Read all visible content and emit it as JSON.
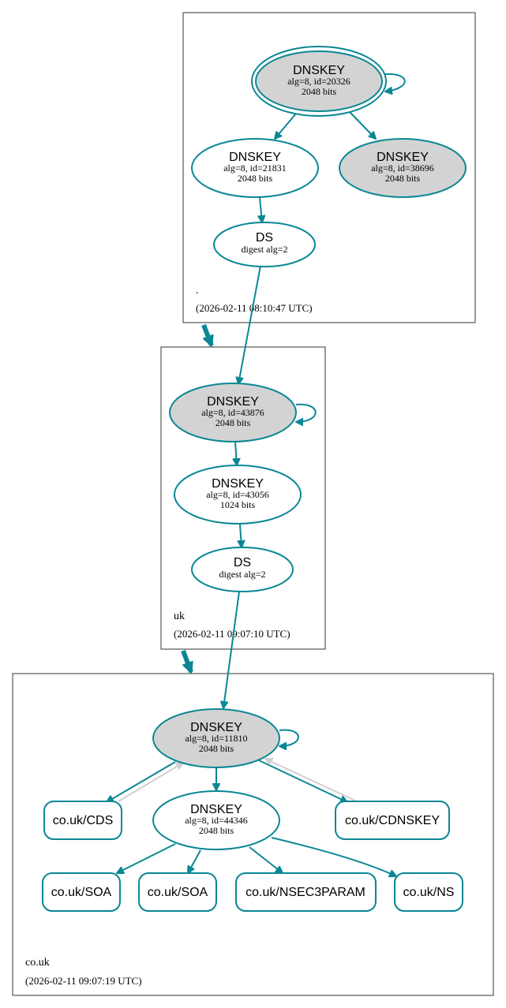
{
  "zones": [
    {
      "id": "root",
      "name": ".",
      "timestamp": "(2026-02-11 08:10:47 UTC)"
    },
    {
      "id": "uk",
      "name": "uk",
      "timestamp": "(2026-02-11 09:07:10 UTC)"
    },
    {
      "id": "couk",
      "name": "co.uk",
      "timestamp": "(2026-02-11 09:07:19 UTC)"
    }
  ],
  "nodes": {
    "root_ksk": {
      "title": "DNSKEY",
      "line1": "alg=8, id=20326",
      "line2": "2048 bits"
    },
    "root_zsk": {
      "title": "DNSKEY",
      "line1": "alg=8, id=21831",
      "line2": "2048 bits"
    },
    "root_k3": {
      "title": "DNSKEY",
      "line1": "alg=8, id=38696",
      "line2": "2048 bits"
    },
    "root_ds": {
      "title": "DS",
      "line1": "digest alg=2"
    },
    "uk_ksk": {
      "title": "DNSKEY",
      "line1": "alg=8, id=43876",
      "line2": "2048 bits"
    },
    "uk_zsk": {
      "title": "DNSKEY",
      "line1": "alg=8, id=43056",
      "line2": "1024 bits"
    },
    "uk_ds": {
      "title": "DS",
      "line1": "digest alg=2"
    },
    "couk_ksk": {
      "title": "DNSKEY",
      "line1": "alg=8, id=11810",
      "line2": "2048 bits"
    },
    "couk_zsk": {
      "title": "DNSKEY",
      "line1": "alg=8, id=44346",
      "line2": "2048 bits"
    }
  },
  "records": {
    "cds": "co.uk/CDS",
    "cdnskey": "co.uk/CDNSKEY",
    "soa1": "co.uk/SOA",
    "soa2": "co.uk/SOA",
    "nsec3param": "co.uk/NSEC3PARAM",
    "ns": "co.uk/NS"
  },
  "colors": {
    "edge": "#0a8794",
    "grey_edge": "#d0d0d0",
    "ksk_fill": "#d3d3d3"
  }
}
